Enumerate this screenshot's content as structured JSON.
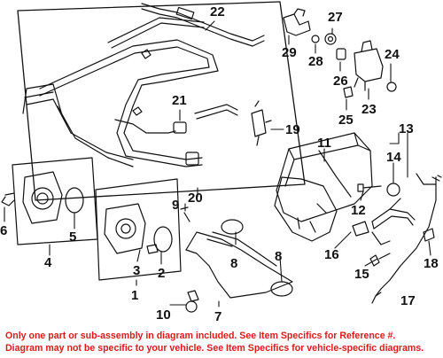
{
  "callouts": {
    "1": "1",
    "2": "2",
    "3": "3",
    "4": "4",
    "5": "5",
    "6": "6",
    "7": "7",
    "8a": "8",
    "8b": "8",
    "9": "9",
    "10": "10",
    "11": "11",
    "12": "12",
    "13": "13",
    "14": "14",
    "15": "15",
    "16": "16",
    "17": "17",
    "18": "18",
    "19": "19",
    "20": "20",
    "21": "21",
    "22": "22",
    "23": "23",
    "24": "24",
    "25": "25",
    "26": "26",
    "27": "27",
    "28": "28",
    "29": "29"
  },
  "disclaimer": {
    "line1": "Only one part or sub-assembly in diagram included. See Item Specifics for Reference #.",
    "line2": "Diagram may not be specific to your vehicle. See Item Specifics for vehicle-specific diagrams."
  },
  "colors": {
    "line": "#111111",
    "disclaimer": "#e0181b",
    "background": "#ffffff"
  }
}
